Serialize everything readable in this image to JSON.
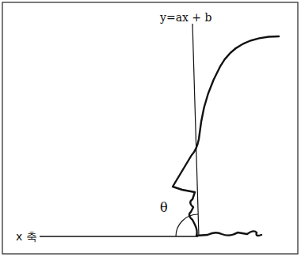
{
  "diagram": {
    "labels": [
      "y=ax + b",
      "θ",
      "x 축"
    ]
  }
}
